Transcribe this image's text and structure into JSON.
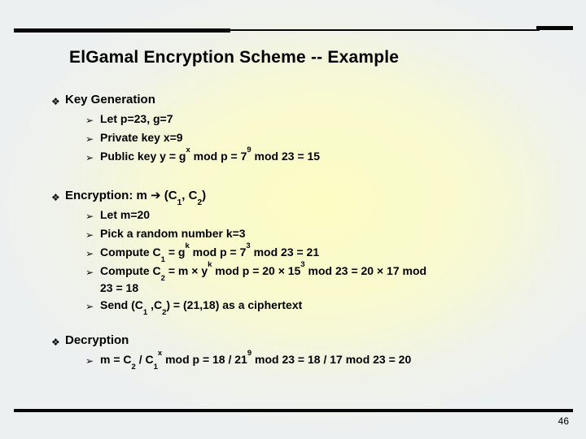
{
  "slide": {
    "title": "ElGamal Encryption Scheme -- Example",
    "page_number": "46"
  },
  "glyphs": {
    "bullet_level1": "❖",
    "bullet_level2": "➢",
    "right_arrow": "➔"
  },
  "colors": {
    "background_outer": "#edf0f1",
    "background_center": "#fcfcc8",
    "text": "#000000",
    "rule": "#050505"
  },
  "sections": [
    {
      "heading": [
        {
          "t": "Key Generation"
        }
      ],
      "items": [
        [
          {
            "t": "Let p=23, g=7"
          }
        ],
        [
          {
            "t": "Private key x=9"
          }
        ],
        [
          {
            "t": "Public key y = g"
          },
          {
            "t": "x",
            "s": "sup"
          },
          {
            "t": " mod p = 7"
          },
          {
            "t": "9",
            "s": "sup"
          },
          {
            "t": " mod 23 = 15"
          }
        ]
      ]
    },
    {
      "heading": [
        {
          "t": "Encryption: m "
        },
        {
          "t": "➔",
          "s": "arrow"
        },
        {
          "t": " (C"
        },
        {
          "t": "1",
          "s": "sub"
        },
        {
          "t": ", C"
        },
        {
          "t": "2",
          "s": "sub"
        },
        {
          "t": ")"
        }
      ],
      "items": [
        [
          {
            "t": "Let m=20"
          }
        ],
        [
          {
            "t": "Pick a random number k=3"
          }
        ],
        [
          {
            "t": "Compute C"
          },
          {
            "t": "1",
            "s": "sub"
          },
          {
            "t": " = g"
          },
          {
            "t": "k",
            "s": "sup"
          },
          {
            "t": " mod p = 7"
          },
          {
            "t": "3",
            "s": "sup"
          },
          {
            "t": " mod 23 = 21"
          }
        ],
        [
          {
            "t": "Compute C"
          },
          {
            "t": "2",
            "s": "sub"
          },
          {
            "t": " = m × y"
          },
          {
            "t": "k",
            "s": "sup"
          },
          {
            "t": " mod p = 20 × 15"
          },
          {
            "t": "3",
            "s": "sup"
          },
          {
            "t": " mod 23 = 20 × 17 mod"
          },
          {
            "s": "br"
          },
          {
            "t": "23 = 18"
          }
        ],
        [
          {
            "t": "Send (C"
          },
          {
            "t": "1",
            "s": "sub"
          },
          {
            "t": " ,C"
          },
          {
            "t": "2",
            "s": "sub"
          },
          {
            "t": ") = (21,18) as a ciphertext"
          }
        ]
      ]
    },
    {
      "heading": [
        {
          "t": "Decryption"
        }
      ],
      "items": [
        [
          {
            "t": "m = C"
          },
          {
            "t": "2",
            "s": "sub"
          },
          {
            "t": " / C"
          },
          {
            "t": "1",
            "s": "sub"
          },
          {
            "t": "x",
            "s": "sup"
          },
          {
            "t": " mod p = 18 / 21"
          },
          {
            "t": "9",
            "s": "sup"
          },
          {
            "t": " mod 23 = 18 / 17 mod 23 = 20"
          }
        ]
      ]
    }
  ]
}
